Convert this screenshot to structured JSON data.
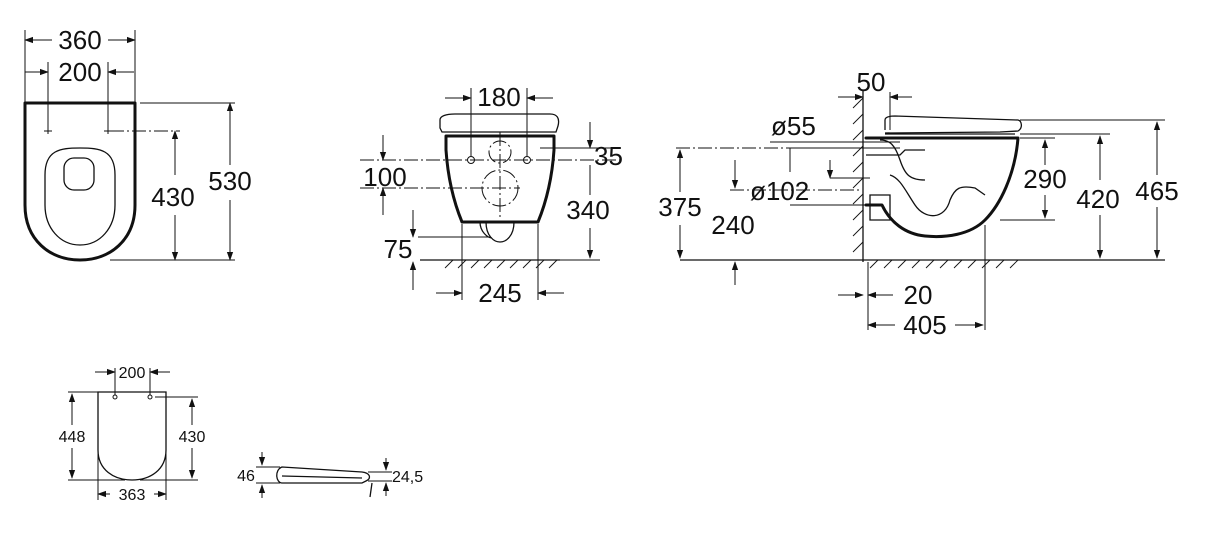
{
  "front_view": {
    "width_outer": "360",
    "width_holes": "200",
    "height_holes": "430",
    "height_total": "530"
  },
  "rear_view": {
    "holes_spacing": "180",
    "top_offset": "35",
    "inlet_height": "100",
    "outlet_height": "75",
    "body_height": "340",
    "base_width": "245"
  },
  "side_view": {
    "wall_offset_top": "50",
    "inlet_diameter": "ø55",
    "outlet_diameter": "ø102",
    "height_375": "375",
    "height_240": "240",
    "height_290": "290",
    "height_420": "420",
    "height_465": "465",
    "wall_gap": "20",
    "projection": "405"
  },
  "seat_front": {
    "holes": "200",
    "length": "448",
    "length_holes": "430",
    "width": "363"
  },
  "seat_side": {
    "thickness": "46",
    "lid_thickness": "24,5"
  }
}
